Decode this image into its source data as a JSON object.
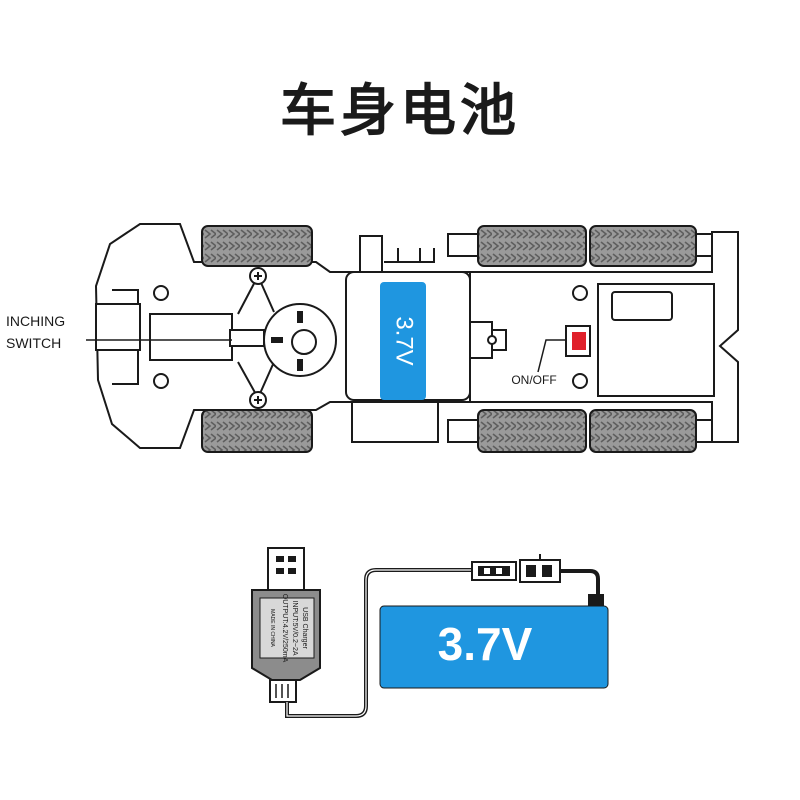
{
  "title": "车身电池",
  "labels": {
    "inching_line1": "INCHING",
    "inching_line2": "SWITCH",
    "on_off": "ON/OFF"
  },
  "battery_on_chassis": {
    "voltage": "3.7V"
  },
  "charger": {
    "line1": "USB Charger",
    "line2": "INPUT:5V/0.2~2A",
    "line3": "OUTPUT:4.2V/250mA",
    "line4": "MADE IN CHINA"
  },
  "battery_pack": {
    "voltage": "3.7V"
  },
  "colors": {
    "battery_blue": "#1f96e0",
    "switch_red": "#e0202a",
    "tire_gray": "#9a9a9a",
    "charger_gray": "#8c8c8c",
    "outline": "#1a1a1a"
  }
}
